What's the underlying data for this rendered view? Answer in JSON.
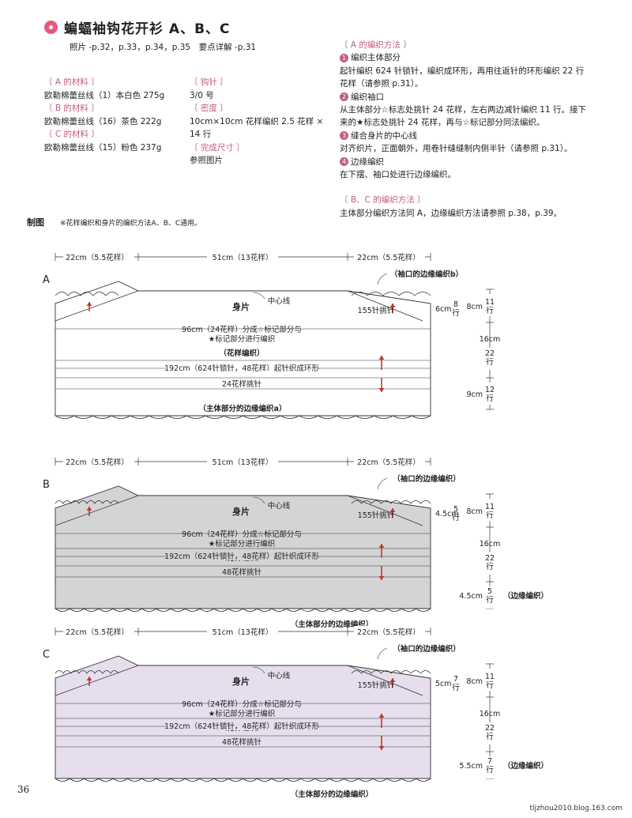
{
  "title": "蝙蝠袖钩花开衫 A、B、C",
  "subtitle": "照片 -p.32，p.33，p.34，p.35　要点详解 -p.31",
  "materials": {
    "a_label": "〔 A 的材料 〕",
    "a_value": "欧勒棉蕾丝线（1）本白色 275g",
    "b_label": "〔 B 的材料 〕",
    "b_value": "欧勒棉蕾丝线（16）茶色 222g",
    "c_label": "〔 C 的材料 〕",
    "c_value": "欧勒棉蕾丝线（15）粉色 237g"
  },
  "specs": {
    "hook_label": "〔 钩针 〕",
    "hook_value": "3/0 号",
    "gauge_label": "〔 密度 〕",
    "gauge_value1": "10cm×10cm 花样编织 2.5 花样 ×",
    "gauge_value2": "14 行",
    "size_label": "〔 完成尺寸 〕",
    "size_value": "参照图片"
  },
  "method_a": {
    "header": "〔 A 的编织方法 〕",
    "s1_num": "1",
    "s1_title": "编织主体部分",
    "s1_text1": "起针编织 624 针锁针，编织成环形，再用往返针的环形编织 22 行",
    "s1_text2": "花样（请参照 p.31）。",
    "s2_num": "2",
    "s2_title": "编织袖口",
    "s2_text1": "从主体部分☆标志处挑针 24 花样，左右两边减针编织 11 行。接下",
    "s2_text2": "来的★标志处挑针 24 花样，再与☆标记部分同法编织。",
    "s3_num": "3",
    "s3_title": "缝合身片的中心线",
    "s3_text": "对齐织片，正面朝外，用卷针缝缝制内侧半针（请参照 p.31）。",
    "s4_num": "4",
    "s4_title": "边缘编织",
    "s4_text": "在下摆、袖口处进行边缘编织。"
  },
  "method_bc": {
    "header": "〔 B、C 的编织方法 〕",
    "text": "主体部分编织方法同 A，边缘编织方法请参照 p.38，p.39。"
  },
  "zhitu": "制图",
  "zhitu_note": "※花样编织和身片的编织方法A、B、C通用。",
  "diagrams": [
    {
      "letter": "A",
      "fill": "#ffffff",
      "dim_left": "22cm（5.5花样）",
      "dim_mid": "51cm（13花样）",
      "dim_right": "22cm（5.5花样）",
      "sleeve_edge": "（袖口的边缘编织b）",
      "body": "身片",
      "center_line": "中心线",
      "pickup": "155针挑针",
      "sleeve_cm": "6cm",
      "sleeve_rows": "8行",
      "line1": "96cm（24花样）分成☆标记部分与",
      "line2": "★标记部分进行编织",
      "pattern": "（花样编织）",
      "chain": "192cm（624针锁针，48花样）起针织成环形",
      "pick24": "24花样挑针",
      "edge": "（主体部分的边缘编织a）",
      "r_top_cm": "8cm",
      "r_top_rows": "11行",
      "r_mid_cm": "16cm",
      "r_mid_rows": "22行",
      "r_bot_cm": "9cm",
      "r_bot_rows": "12行",
      "r_bot_note": ""
    },
    {
      "letter": "B",
      "fill": "#d4d4d6",
      "dim_left": "22cm（5.5花样）",
      "dim_mid": "51cm（13花样）",
      "dim_right": "22cm（5.5花样）",
      "sleeve_edge": "（袖口的边缘编织）",
      "body": "身片",
      "center_line": "中心线",
      "pickup": "155针挑针",
      "sleeve_cm": "4.5cm",
      "sleeve_rows": "5行",
      "line1": "96cm（24花样）分成☆标记部分与",
      "line2": "★标记部分进行编织",
      "pattern": "（花样编织）",
      "chain": "192cm（624针锁针，48花样）起针织成环形",
      "pick24": "48花样挑针",
      "edge": "（主体部分的边缘编织）",
      "r_top_cm": "8cm",
      "r_top_rows": "11行",
      "r_mid_cm": "16cm",
      "r_mid_rows": "22行",
      "r_bot_cm": "4.5cm",
      "r_bot_rows": "5行",
      "r_bot_note": "（边缘编织）"
    },
    {
      "letter": "C",
      "fill": "#e6deec",
      "dim_left": "22cm（5.5花样）",
      "dim_mid": "51cm（13花样）",
      "dim_right": "22cm（5.5花样）",
      "sleeve_edge": "（袖口的边缘编织）",
      "body": "身片",
      "center_line": "中心线",
      "pickup": "155针挑针",
      "sleeve_cm": "5cm",
      "sleeve_rows": "7行",
      "line1": "96cm（24花样）分成☆标记部分与",
      "line2": "★标记部分进行编织",
      "pattern": "（花样编织）",
      "chain": "192cm（624针锁针，48花样）起针织成环形",
      "pick24": "48花样挑针",
      "edge": "（主体部分的边缘编织）",
      "r_top_cm": "8cm",
      "r_top_rows": "11行",
      "r_mid_cm": "16cm",
      "r_mid_rows": "22行",
      "r_bot_cm": "5.5cm",
      "r_bot_rows": "7行",
      "r_bot_note": "（边缘编织）"
    }
  ],
  "page_number": "36",
  "watermark": "tljzhou2010.blog.163.com"
}
